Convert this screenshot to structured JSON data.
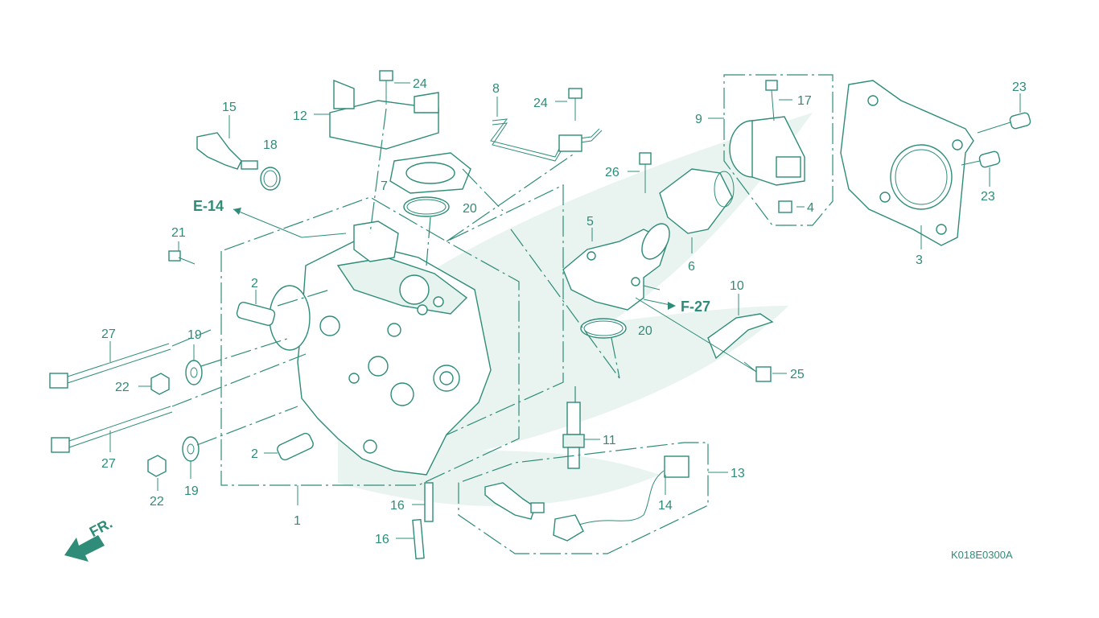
{
  "diagram": {
    "labels": {
      "p1": "1",
      "p2a": "2",
      "p2b": "2",
      "p3": "3",
      "p4": "4",
      "p5": "5",
      "p6": "6",
      "p7": "7",
      "p8": "8",
      "p9": "9",
      "p10": "10",
      "p11": "11",
      "p12": "12",
      "p13": "13",
      "p14": "14",
      "p15": "15",
      "p16a": "16",
      "p16b": "16",
      "p17": "17",
      "p18": "18",
      "p19a": "19",
      "p19b": "19",
      "p20a": "20",
      "p20b": "20",
      "p21": "21",
      "p22a": "22",
      "p22b": "22",
      "p23a": "23",
      "p23b": "23",
      "p24a": "24",
      "p24b": "24",
      "p25": "25",
      "p26": "26",
      "p27a": "27",
      "p27b": "27"
    },
    "refs": {
      "e14": "E-14",
      "f27": "F-27"
    },
    "direction": "FR.",
    "code": "K018E0300A",
    "colors": {
      "line": "#2e8c78",
      "watermark": "#e9f4f0"
    }
  }
}
